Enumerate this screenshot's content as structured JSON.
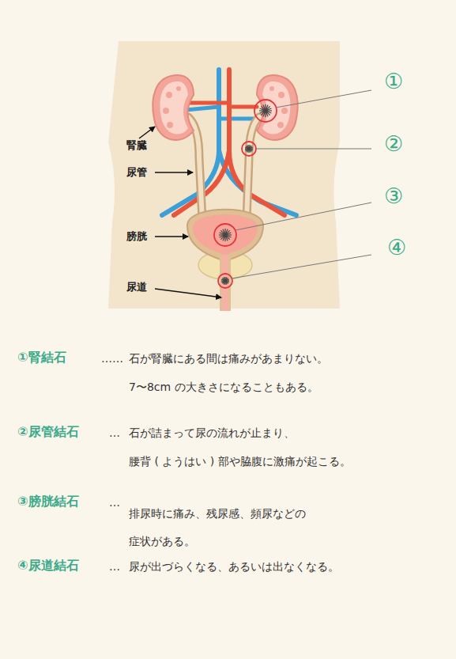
{
  "diagram": {
    "labels": [
      "①",
      "②",
      "③",
      "④",
      "腎臓",
      "尿管",
      "膀胱",
      "尿道",
      "①腎結石",
      "……",
      "石が腎臓にある間は痛みがあまりない。",
      "7〜8cm の大きさになることもある。",
      "②尿管結石",
      "…",
      "石が詰まって尿の流れが止まり、",
      "腰背 ( ようはい ) 部や脇腹に激痛が起こる。",
      "③膀胱結石",
      "…",
      "排尿時に痛み、残尿感、頻尿などの",
      "症状がある。",
      "④尿道結石",
      "…",
      "尿が出づらくなる、あるいは出なくなる。"
    ]
  }
}
